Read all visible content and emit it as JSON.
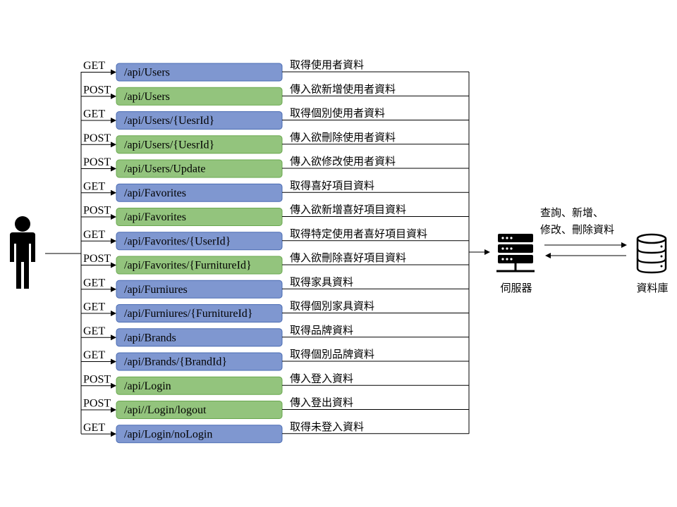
{
  "endpoints": [
    {
      "method": "GET",
      "path": "/api/Users",
      "desc": "取得使用者資料",
      "kind": "get"
    },
    {
      "method": "POST",
      "path": "/api/Users",
      "desc": "傳入欲新增使用者資料",
      "kind": "post"
    },
    {
      "method": "GET",
      "path": "/api/Users/{UesrId}",
      "desc": "取得個別使用者資料",
      "kind": "get"
    },
    {
      "method": "POST",
      "path": "/api/Users/{UesrId}",
      "desc": "傳入欲刪除使用者資料",
      "kind": "post"
    },
    {
      "method": "POST",
      "path": "/api/Users/Update",
      "desc": "傳入欲修改使用者資料",
      "kind": "post"
    },
    {
      "method": "GET",
      "path": "/api/Favorites",
      "desc": "取得喜好項目資料",
      "kind": "get"
    },
    {
      "method": "POST",
      "path": "/api/Favorites",
      "desc": "傳入欲新增喜好項目資料",
      "kind": "post"
    },
    {
      "method": "GET",
      "path": "/api/Favorites/{UserId}",
      "desc": "取得特定使用者喜好項目資料",
      "kind": "get"
    },
    {
      "method": "POST",
      "path": "/api/Favorites/{FurnitureId}",
      "desc": "傳入欲刪除喜好項目資料",
      "kind": "post"
    },
    {
      "method": "GET",
      "path": "/api/Furniures",
      "desc": "取得家具資料",
      "kind": "get"
    },
    {
      "method": "GET",
      "path": "/api/Furniures/{FurnitureId}",
      "desc": "取得個別家具資料",
      "kind": "get"
    },
    {
      "method": "GET",
      "path": "/api/Brands",
      "desc": "取得品牌資料",
      "kind": "get"
    },
    {
      "method": "GET",
      "path": "/api/Brands/{BrandId}",
      "desc": "取得個別品牌資料",
      "kind": "get"
    },
    {
      "method": "POST",
      "path": "/api/Login",
      "desc": "傳入登入資料",
      "kind": "post"
    },
    {
      "method": "POST",
      "path": "/api//Login/logout",
      "desc": "傳入登出資料",
      "kind": "post"
    },
    {
      "method": "GET",
      "path": "/api/Login/noLogin",
      "desc": "取得未登入資料",
      "kind": "get"
    }
  ],
  "server": {
    "label": "伺服器",
    "icon": "server-icon"
  },
  "database": {
    "label": "資料庫",
    "icon": "database-icon"
  },
  "db_operations": {
    "line1": "查詢、新增、",
    "line2": "修改、刪除資料"
  },
  "user": {
    "icon": "user-icon"
  },
  "colors": {
    "get_fill": "#7f97d0",
    "post_fill": "#93c47d"
  }
}
